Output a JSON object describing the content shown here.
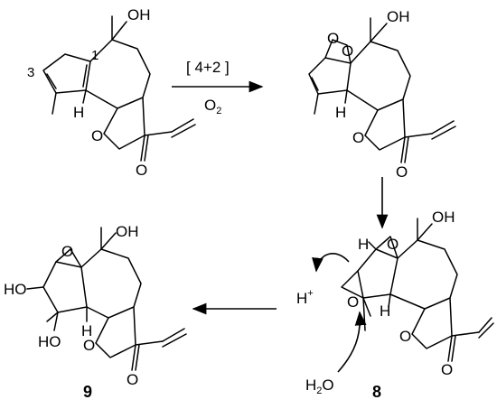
{
  "reaction_arrow": {
    "bracket_label": "[ 4+2 ]",
    "reagent_base": "O",
    "reagent_subscript": "2"
  },
  "compound_1": {
    "atom_OH": "OH",
    "atom_H": "H",
    "atom_O_ring": "O",
    "atom_O_carbonyl": "O",
    "position_1": "1",
    "position_3": "3"
  },
  "compound_2": {
    "atom_OH": "OH",
    "atom_H": "H",
    "atom_O_peroxide_a": "O",
    "atom_O_peroxide_b": "O",
    "atom_O_ring": "O",
    "atom_O_carbonyl": "O"
  },
  "compound_8": {
    "label": "8",
    "atom_OH": "OH",
    "atom_H_top": "H",
    "atom_H_bottom": "H",
    "atom_O_epoxide_top": "O",
    "atom_O_epoxide_bottom": "O",
    "atom_O_ring": "O",
    "atom_O_carbonyl": "O",
    "proton_base": "H",
    "proton_charge": "+",
    "water_H": "H",
    "water_subscript": "2",
    "water_O": "O"
  },
  "compound_9": {
    "label": "9",
    "atom_OH": "OH",
    "atom_HO_left": "HO",
    "atom_HO_bottom": "HO",
    "atom_H": "H",
    "atom_O_epoxide": "O",
    "atom_O_ring": "O",
    "atom_O_carbonyl": "O"
  }
}
